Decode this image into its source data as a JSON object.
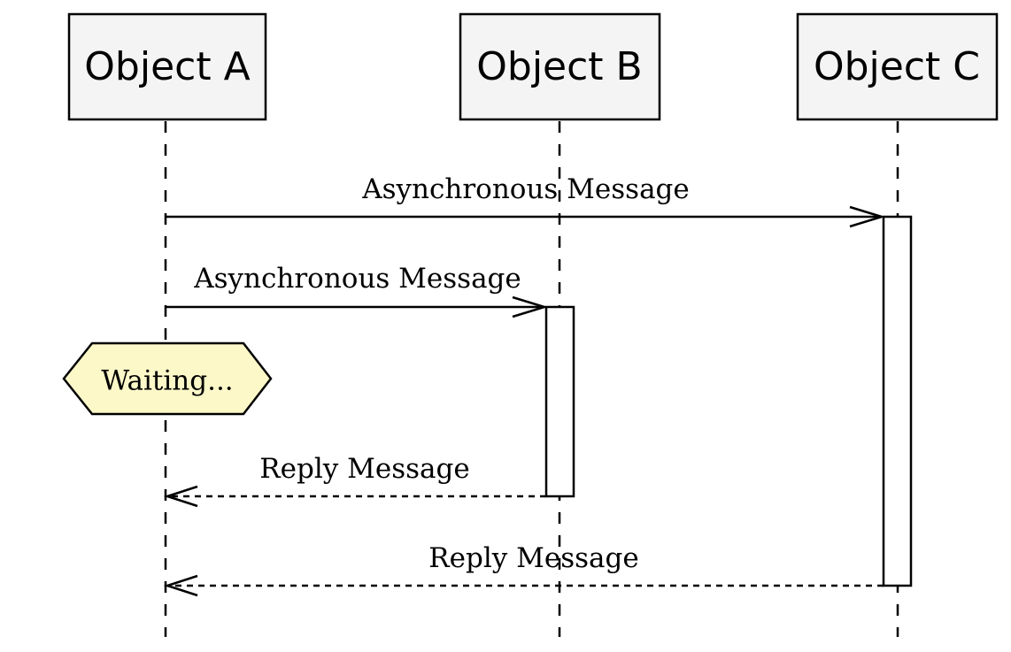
{
  "participants": [
    {
      "name": "Object A"
    },
    {
      "name": "Object B"
    },
    {
      "name": "Object C"
    }
  ],
  "messages": [
    {
      "label": "Asynchronous Message",
      "from": "Object A",
      "to": "Object C",
      "style": "solid"
    },
    {
      "label": "Asynchronous Message",
      "from": "Object A",
      "to": "Object B",
      "style": "solid"
    },
    {
      "label": "Reply Message",
      "from": "Object B",
      "to": "Object A",
      "style": "dashed"
    },
    {
      "label": "Reply Message",
      "from": "Object C",
      "to": "Object A",
      "style": "dashed"
    }
  ],
  "note": {
    "text": "Waiting...",
    "on": "Object A"
  },
  "colors": {
    "participant_fill": "#f4f4f4",
    "note_fill": "#fdf8c8",
    "stroke": "#000000"
  }
}
